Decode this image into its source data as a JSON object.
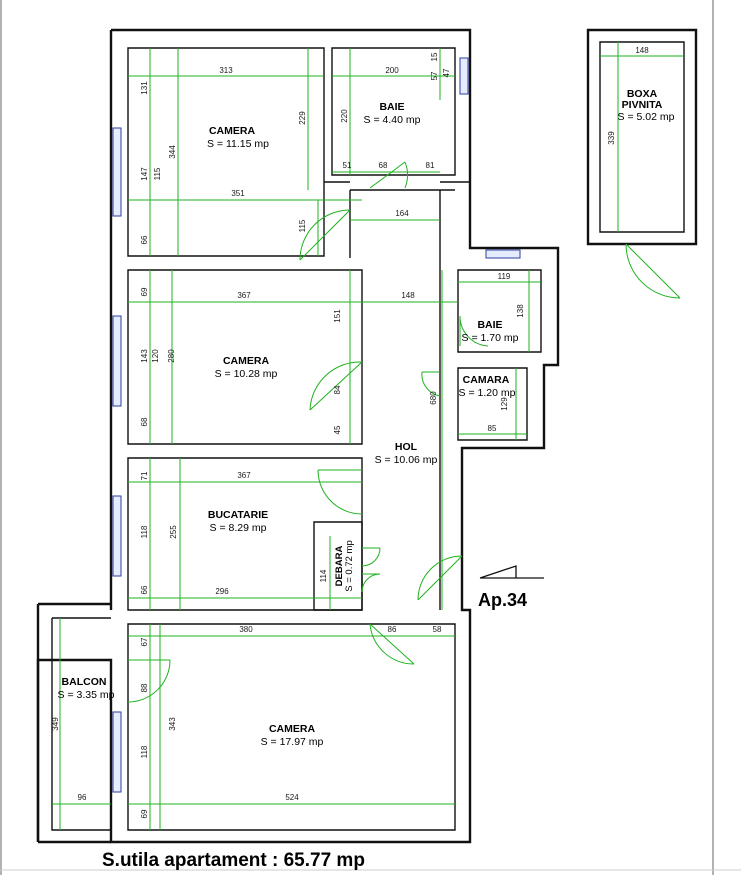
{
  "rooms": {
    "camera1": {
      "name": "CAMERA",
      "area": "S = 11.15 mp"
    },
    "baie1": {
      "name": "BAIE",
      "area": "S = 4.40 mp"
    },
    "boxa": {
      "name1": "BOXA",
      "name2": "PIVNITA",
      "area": "S = 5.02 mp"
    },
    "camera2": {
      "name": "CAMERA",
      "area": "S = 10.28 mp"
    },
    "baie2": {
      "name": "BAIE",
      "area": "S = 1.70 mp"
    },
    "camara": {
      "name": "CAMARA",
      "area": "S = 1.20 mp"
    },
    "hol": {
      "name": "HOL",
      "area": "S = 10.06 mp"
    },
    "bucatarie": {
      "name": "BUCATARIE",
      "area": "S = 8.29 mp"
    },
    "debara": {
      "name": "DEBARA",
      "area": "S = 0.72 mp"
    },
    "balcon": {
      "name": "BALCON",
      "area": "S = 3.35 mp"
    },
    "camera3": {
      "name": "CAMERA",
      "area": "S = 17.97 mp"
    }
  },
  "dimensions": {
    "d313": "313",
    "d200": "200",
    "d15": "15",
    "d57": "57",
    "d47": "47",
    "d131": "131",
    "d220": "220",
    "d229": "229",
    "d344": "344",
    "d147": "147",
    "d115a": "115",
    "d51": "51",
    "d68": "68",
    "d81": "81",
    "d351": "351",
    "d164": "164",
    "d115b": "115",
    "d66a": "66",
    "d148box": "148",
    "d339": "339",
    "d119": "119",
    "d367a": "367",
    "d148": "148",
    "d138": "138",
    "d69a": "69",
    "d151": "151",
    "d143": "143",
    "d120": "120",
    "d280": "280",
    "d84": "84",
    "d129": "129",
    "d680": "680",
    "d68b": "68",
    "d45": "45",
    "d85": "85",
    "d367b": "367",
    "d71": "71",
    "d118a": "118",
    "d255": "255",
    "d114": "114",
    "d66b": "66",
    "d296": "296",
    "d380": "380",
    "d86": "86",
    "d58": "58",
    "d67": "67",
    "d88": "88",
    "d349": "349",
    "d343": "343",
    "d118b": "118",
    "d96": "96",
    "d524": "524",
    "d69b": "69"
  },
  "apartment_label": "Ap.34",
  "total_area": "S.utila apartament : 65.77 mp"
}
